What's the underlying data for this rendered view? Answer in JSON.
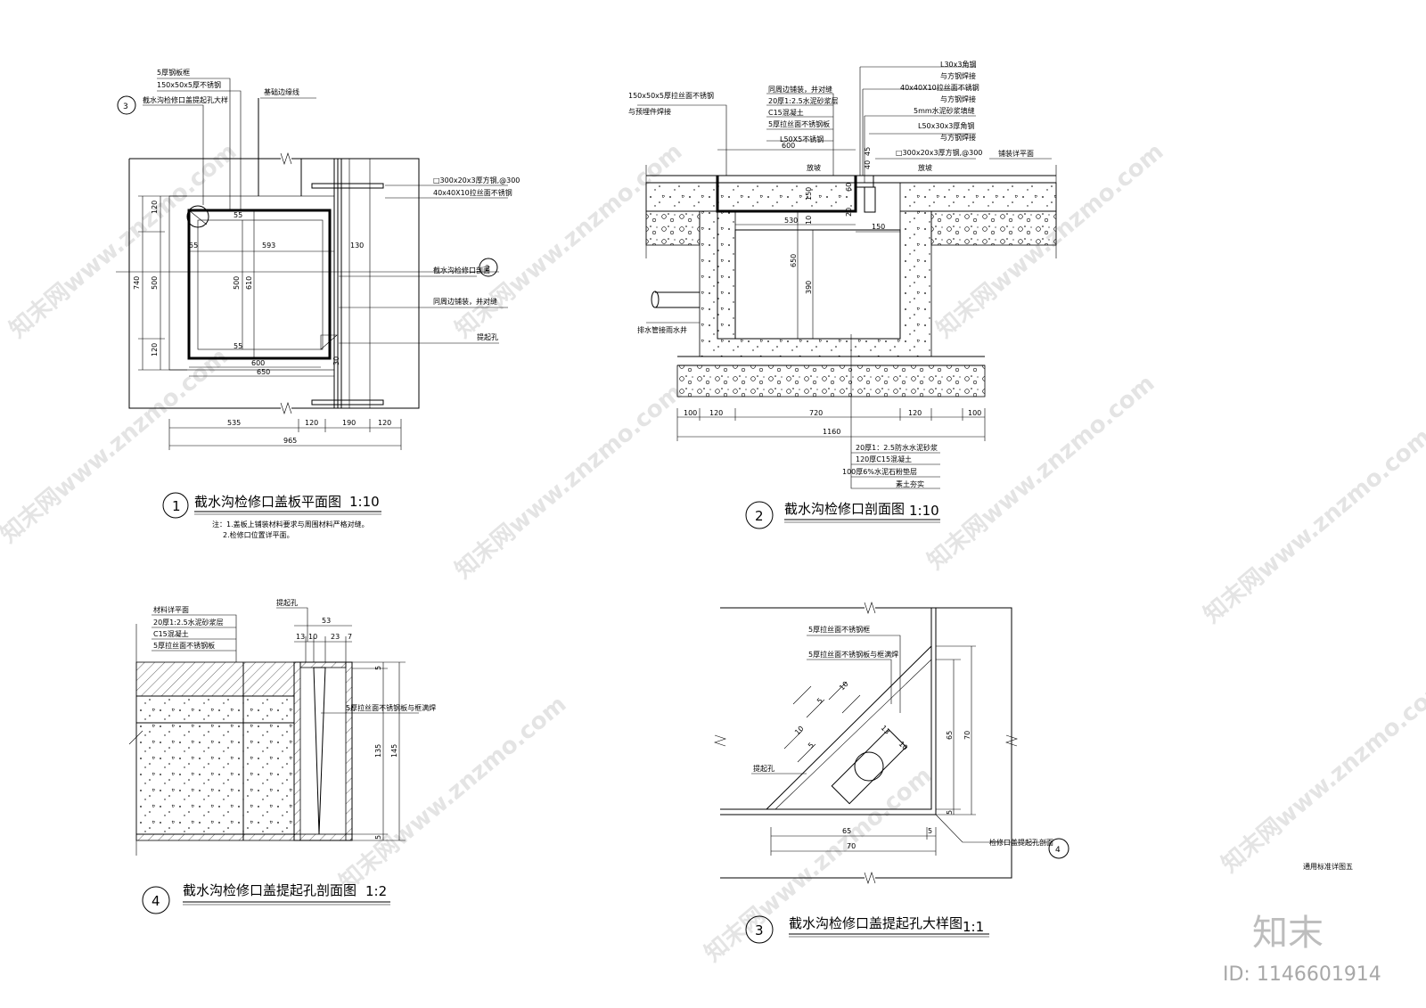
{
  "drawing1": {
    "title": "截水沟检修口盖板平面图",
    "scale": "1:10",
    "number": "1",
    "notes": [
      "注：1.盖板上铺装材料要求与周围材料严格对缝。",
      "2.检修口位置详平面。"
    ],
    "labels": {
      "steel_frame": "5厚钢板框",
      "ss_150": "150x50x5厚不锈钢",
      "detail_ref": "截水沟检修口盖提起孔大样",
      "detail_ref_no": "3",
      "base_edge": "基础边缘线",
      "square_steel": "□300x20x3厚方钢,@300",
      "ss_40": "40x40X10拉丝面不锈钢",
      "section_ref": "截水沟检修口剖面",
      "section_ref_no": "2",
      "paving_note": "同周边铺装，并对缝",
      "lift_hole": "提起孔"
    },
    "dims": {
      "d120a": "120",
      "d55a": "55",
      "d55b": "55",
      "d593": "593",
      "d130": "130",
      "d740": "740",
      "d500a": "500",
      "d500b": "500",
      "d610": "610",
      "d120b": "120",
      "d55c": "55",
      "d600": "600",
      "d650": "650",
      "d30": "30",
      "d535": "535",
      "d120c": "120",
      "d190": "190",
      "d120d": "120",
      "d965": "965"
    }
  },
  "drawing2": {
    "title": "截水沟检修口剖面图",
    "scale": "1:10",
    "number": "2",
    "labels": {
      "l30": "L30x3角钢",
      "weld1": "与方钢焊接",
      "ss40": "40x40X10拉丝面不锈钢",
      "weld2": "与方钢焊接",
      "mortar5": "5mm水泥砂浆填缝",
      "l50x30": "L50x30x3厚角钢",
      "weld3": "与方钢焊接",
      "sq300": "□300x20x3厚方钢,@300",
      "ss150": "150x50x5厚拉丝面不锈钢",
      "embed": "与预埋件焊接",
      "same_paving": "同周边铺装，并对缝",
      "mortar20": "20厚1:2.5水泥砂浆层",
      "c15": "C15混凝土",
      "ss5": "5厚拉丝面不锈钢板",
      "l50x5": "L50X5不锈钢",
      "paving_ref": "铺装详平面",
      "slope1": "放坡",
      "slope2": "放坡",
      "drain": "排水管接雨水井",
      "base1": "20厚1：2.5防水水泥砂浆",
      "base2": "120厚C15混凝土",
      "base3": "100厚6%水泥石粉垫层",
      "base4": "素土夯实"
    },
    "dims": {
      "d600": "600",
      "d45": "45",
      "d40": "40",
      "d150a": "150",
      "d60": "60",
      "d20": "20",
      "d530": "530",
      "d10": "10",
      "d150b": "150",
      "d650": "650",
      "d390": "390",
      "b100a": "100",
      "b120a": "120",
      "b720": "720",
      "b120b": "120",
      "b100b": "100",
      "b1160": "1160"
    }
  },
  "drawing3": {
    "title": "截水沟检修口盖提起孔大样图",
    "scale": "1:1",
    "number": "3",
    "labels": {
      "frame": "5厚拉丝面不锈钢框",
      "plate": "5厚拉丝面不锈钢板与框满焊",
      "lift_hole": "提起孔",
      "section_ref": "检修口盖提起孔剖面",
      "section_ref_no": "4"
    },
    "dims": {
      "d10a": "10",
      "d5a": "5",
      "d10b": "10",
      "d5b": "5",
      "d13": "13",
      "d10c": "10",
      "d65v": "65",
      "d70v": "70",
      "d5v": "5",
      "d65h": "65",
      "d5h": "5",
      "d70h": "70"
    }
  },
  "drawing4": {
    "title": "截水沟检修口盖提起孔剖面图",
    "scale": "1:2",
    "number": "4",
    "labels": {
      "mat": "材料详平面",
      "mortar": "20厚1:2.5水泥砂浆层",
      "c15": "C15混凝土",
      "plate": "5厚拉丝面不锈钢板",
      "lift_hole": "提起孔",
      "weld": "5厚拉丝面不锈钢板与框满焊"
    },
    "dims": {
      "d53": "53",
      "d13": "13",
      "d10": "10",
      "d23": "23",
      "d7": "7",
      "d5a": "5",
      "d135": "135",
      "d145": "145",
      "d5b": "5"
    }
  },
  "sheet": {
    "sheet_note": "通用标准详图五",
    "logo": "知末",
    "id_text": "ID: 1146601914",
    "watermark": "知末网www.znzmo.com"
  }
}
